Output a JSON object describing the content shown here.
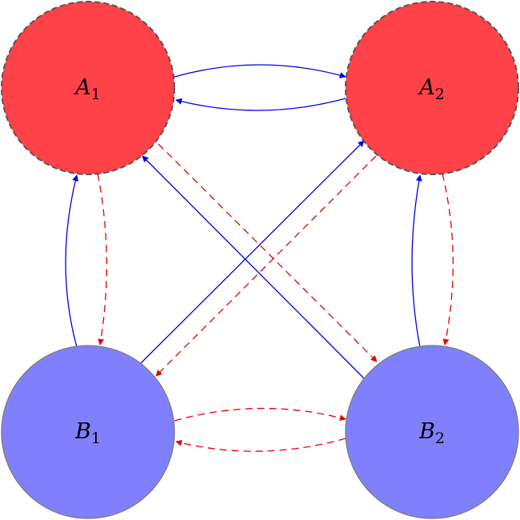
{
  "colors": {
    "a_fill": "#ff4247",
    "b_fill": "#8080ff",
    "a_stroke": "#555555",
    "b_stroke": "#808080",
    "solid_edge": "#0000e6",
    "dashed_edge": "#e60000"
  },
  "nodes": [
    {
      "id": "A1",
      "letter": "A",
      "sub": "1",
      "group": "a"
    },
    {
      "id": "A2",
      "letter": "A",
      "sub": "2",
      "group": "a"
    },
    {
      "id": "B1",
      "letter": "B",
      "sub": "1",
      "group": "b"
    },
    {
      "id": "B2",
      "letter": "B",
      "sub": "2",
      "group": "b"
    }
  ],
  "edges": [
    {
      "from": "A1",
      "to": "A2",
      "style": "solid"
    },
    {
      "from": "A2",
      "to": "A1",
      "style": "solid"
    },
    {
      "from": "B1",
      "to": "A1",
      "style": "solid"
    },
    {
      "from": "B1",
      "to": "A2",
      "style": "solid"
    },
    {
      "from": "B2",
      "to": "A1",
      "style": "solid"
    },
    {
      "from": "B2",
      "to": "A2",
      "style": "solid"
    },
    {
      "from": "A1",
      "to": "B1",
      "style": "dashed"
    },
    {
      "from": "A1",
      "to": "B2",
      "style": "dashed"
    },
    {
      "from": "A2",
      "to": "B1",
      "style": "dashed"
    },
    {
      "from": "A2",
      "to": "B2",
      "style": "dashed"
    },
    {
      "from": "B1",
      "to": "B2",
      "style": "dashed"
    },
    {
      "from": "B2",
      "to": "B1",
      "style": "dashed"
    }
  ]
}
